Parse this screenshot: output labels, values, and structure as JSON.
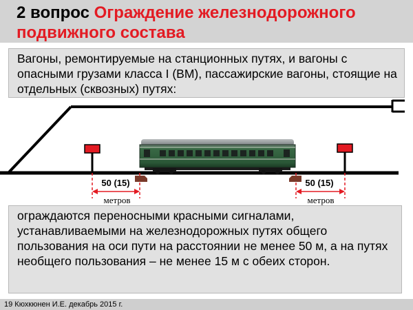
{
  "slide": {
    "title_number": "2 вопрос",
    "title_main": "Ограждение железнодорожного подвижного состава",
    "intro_text": "Вагоны, ремонтируемые на станционных путях, и вагоны с опасными грузами класса I (ВМ), пассажирские вагоны, стоящие на отдельных (сквозных) путях:",
    "diagram": {
      "left_distance": "50 (15)",
      "left_unit": "метров",
      "right_distance": "50 (15)",
      "right_unit": "метров"
    },
    "rule_text": "ограждаются переносными красными сигналами, устанавливаемыми на железнодорожных путях общего пользования на оси пути на расстоянии не менее 50 м, а на путях необщего пользования – не менее 15 м с обеих сторон.",
    "footer_text": "19   Кюхкюнен И.Е. декабрь 2015 г."
  },
  "colors": {
    "title_bg": "#d3d3d3",
    "title_accent": "#e31b23",
    "box_bg": "#e1e1e1",
    "signal_red": "#e31b23",
    "wagon_green": "#2f5f3c",
    "track_black": "#000000",
    "footer_bg": "#cfcfcf"
  },
  "icons": {
    "signal": "portable-red-signal-icon",
    "wagon": "passenger-wagon-icon",
    "buffer_stop": "buffer-stop-icon"
  }
}
